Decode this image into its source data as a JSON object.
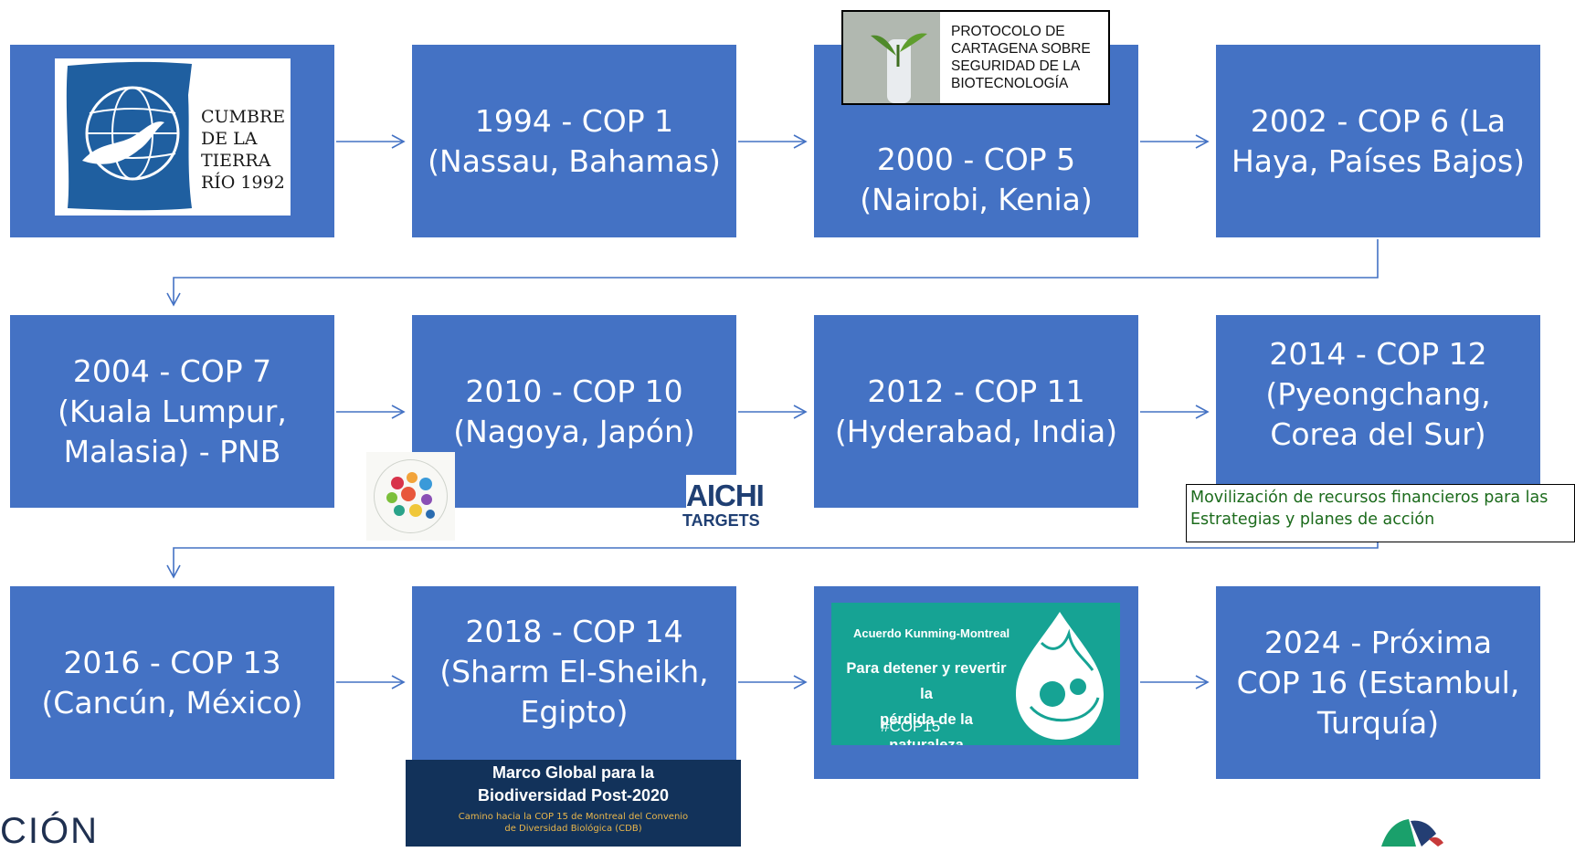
{
  "boxes": [
    {
      "id": "rio",
      "label": ""
    },
    {
      "id": "cop1",
      "label": "1994 - COP 1\n(Nassau, Bahamas)"
    },
    {
      "id": "cop5",
      "label": "2000 - COP 5\n(Nairobi, Kenia)"
    },
    {
      "id": "cop6",
      "label": "2002 - COP 6 (La\nHaya, Países Bajos)"
    },
    {
      "id": "cop7",
      "label": "2004 - COP 7\n(Kuala Lumpur,\nMalasia) - PNB"
    },
    {
      "id": "cop10",
      "label": "2010 - COP 10\n(Nagoya, Japón)"
    },
    {
      "id": "cop11",
      "label": "2012 - COP 11\n(Hyderabad, India)"
    },
    {
      "id": "cop12",
      "label": "2014 - COP 12\n(Pyeongchang,\nCorea del Sur)"
    },
    {
      "id": "cop13",
      "label": "2016 - COP 13\n(Cancún, México)"
    },
    {
      "id": "cop14",
      "label": "2018 - COP 14\n(Sharm El-Sheikh,\nEgipto)"
    },
    {
      "id": "cop15",
      "label": ""
    },
    {
      "id": "cop16",
      "label": "2024 - Próxima\nCOP 16 (Estambul,\nTurquía)"
    }
  ],
  "rio_logo": {
    "text": "CUMBRE\nDE LA\nTIERRA\nRÍO 1992"
  },
  "protocolo": {
    "text": "PROTOCOLO DE\nCARTAGENA SOBRE\nSEGURIDAD DE LA\nBIOTECNOLOGÍA"
  },
  "aichi": {
    "main": "AICHI",
    "sub": "TARGETS"
  },
  "note": {
    "text": "Movilización de recursos financieros para las Estrategias y planes de acción"
  },
  "kunming": {
    "title": "Acuerdo Kunming-Montreal",
    "body": "Para detener y revertir la\npérdida de la naturaleza",
    "tag": "#COP15"
  },
  "marco": {
    "title": "Marco Global para la\nBiodiversidad Post-2020",
    "subtitle": "Camino hacia la COP 15 de Montreal del Convenio\nde Diversidad Biológica (CDB)"
  },
  "corner": {
    "text": "CIÓN"
  },
  "colors": {
    "box": "#4472c4",
    "connector": "#4472c4",
    "note_text": "#1c6b1c",
    "kunming_bg": "#16a394",
    "marco_bg": "#12325a"
  }
}
